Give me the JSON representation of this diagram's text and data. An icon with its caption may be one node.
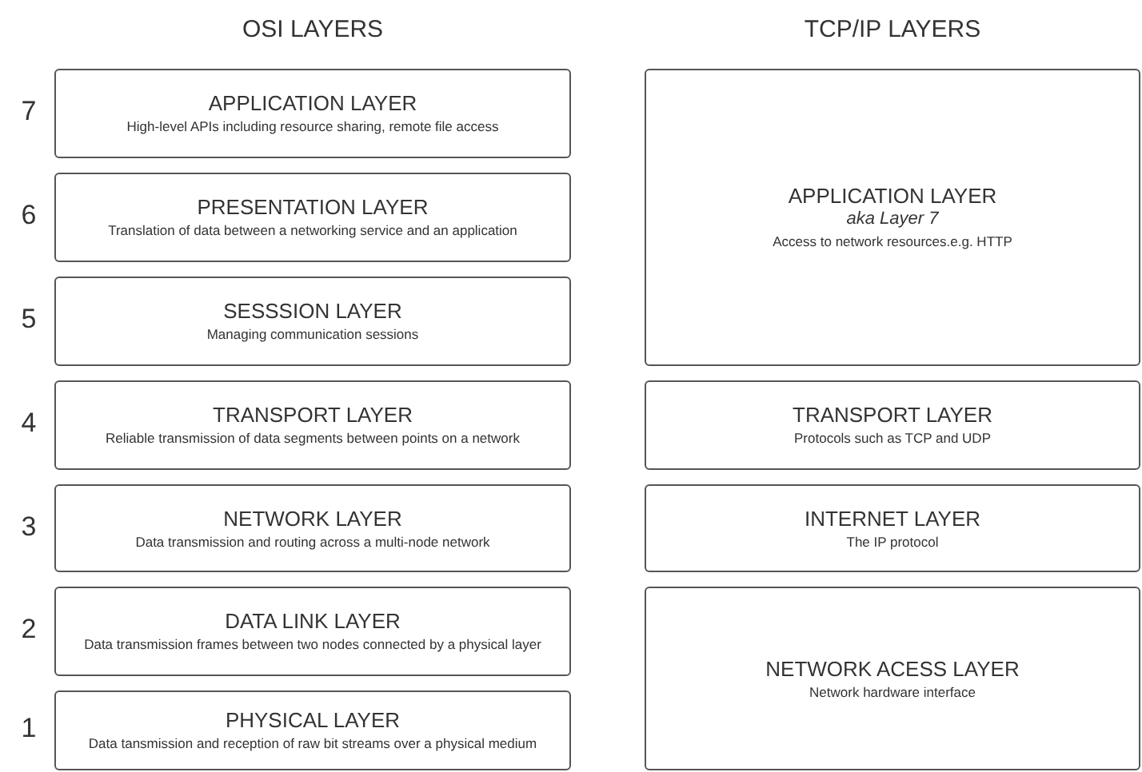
{
  "diagram": {
    "nodes": [
      {
        "text": [
          "APPLICATION LAYER",
          "High-level APIs including resource sharing, remote file access"
        ],
        "beside": [
          "7"
        ]
      },
      {
        "text": [
          "PRESENTATION LAYER",
          "Translation of data between a networking service and an application"
        ],
        "beside": [
          "6"
        ]
      },
      {
        "text": [
          "SESSSION LAYER",
          "Managing communication sessions"
        ],
        "beside": [
          "5"
        ]
      },
      {
        "text": [
          "TRANSPORT LAYER",
          "Reliable transmission of data segments between points on a network"
        ],
        "beside": [
          "4"
        ]
      },
      {
        "text": [
          "NETWORK LAYER",
          "Data transmission and routing across a multi-node network"
        ],
        "beside": [
          "3"
        ]
      },
      {
        "text": [
          "DATA LINK LAYER",
          "Data transmission frames between two nodes connected by a physical layer"
        ],
        "beside": [
          "2"
        ]
      },
      {
        "text": [
          "PHYSICAL LAYER",
          "Data tansmission and reception of raw bit streams over a physical medium"
        ],
        "beside": [
          "1"
        ]
      },
      {
        "text": [
          "APPLICATION LAYER",
          "aka Layer 7",
          "Access to network resources.e.g. HTTP"
        ]
      },
      {
        "text": [
          "TRANSPORT LAYER",
          "Protocols such as TCP and UDP"
        ]
      },
      {
        "text": [
          "INTERNET LAYER",
          "The IP protocol"
        ]
      },
      {
        "text": [
          "NETWORK ACESS LAYER",
          "Network hardware interface"
        ]
      }
    ],
    "labels": [
      "OSI LAYERS",
      "TCP/IP LAYERS"
    ]
  }
}
